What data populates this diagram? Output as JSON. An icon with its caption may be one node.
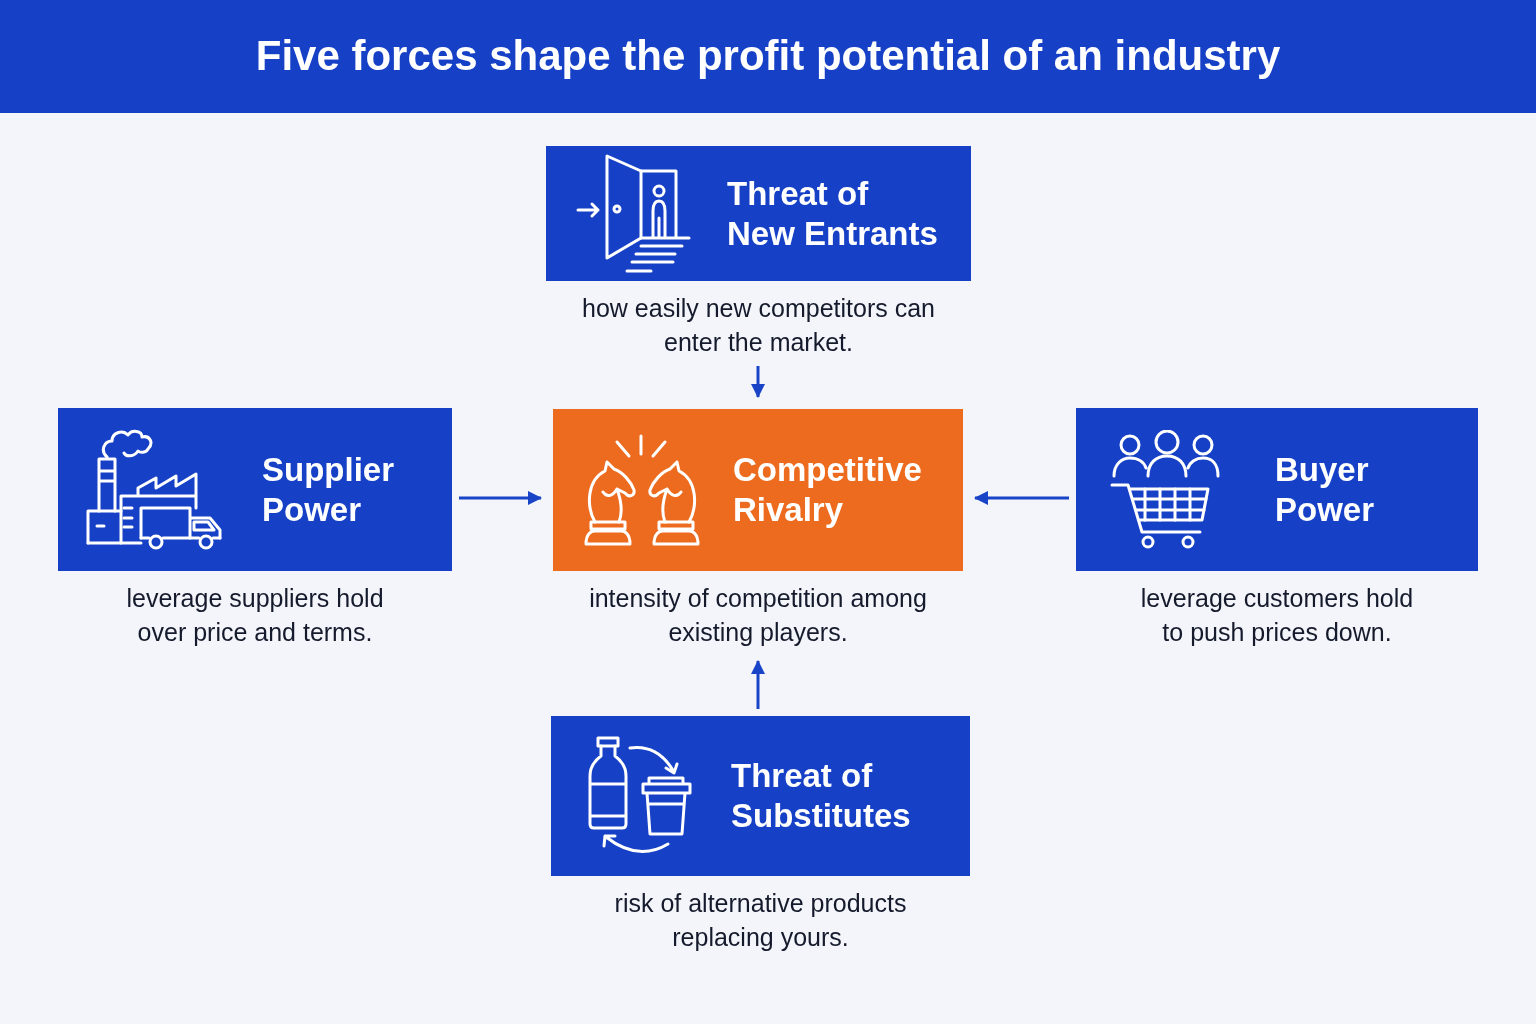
{
  "diagram": {
    "title": "Five forces shape the profit potential of an industry",
    "nodes": [
      {
        "text": [
          "Threat of New Entrants"
        ],
        "beside": [
          "how easily new competitors can enter the market."
        ]
      },
      {
        "text": [
          "Supplier Power"
        ],
        "beside": [
          "leverage suppliers hold over price and terms."
        ]
      },
      {
        "text": [
          "Competitive Rivalry"
        ],
        "beside": [
          "intensity of competition among existing players."
        ]
      },
      {
        "text": [
          "Buyer Power"
        ],
        "beside": [
          "leverage customers hold to push prices down."
        ]
      },
      {
        "text": [
          "Threat of Substitutes"
        ],
        "beside": [
          "risk of alternative products replacing yours."
        ]
      }
    ],
    "edges": [
      {
        "from": 0,
        "to": 2,
        "arrow": "to"
      },
      {
        "from": 1,
        "to": 2,
        "arrow": "to"
      },
      {
        "from": 3,
        "to": 2,
        "arrow": "to"
      },
      {
        "from": 4,
        "to": 2,
        "arrow": "to"
      }
    ]
  }
}
